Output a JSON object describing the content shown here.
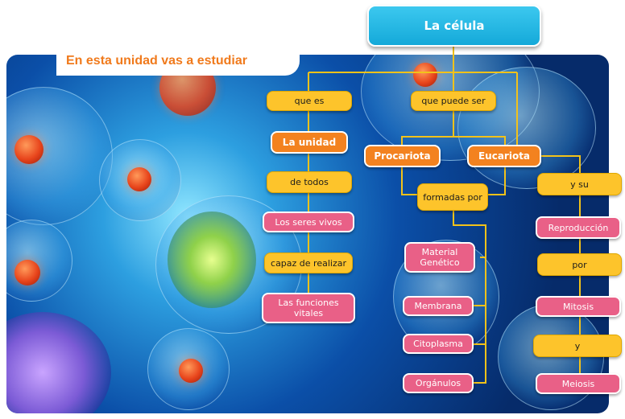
{
  "title": "La célula",
  "intro_tab": "En esta unidad vas a estudiar",
  "nodes": {
    "que_es": "que es",
    "que_puede_ser": "que puede ser",
    "la_unidad": "La unidad",
    "procariota": "Procariota",
    "eucariota": "Eucariota",
    "de_todos": "de todos",
    "formadas_por": "formadas por",
    "y_su": "y su",
    "seres_vivos": "Los seres vivos",
    "reproduccion": "Reproducción",
    "material_genetico": "Material Genético",
    "capaz": "capaz de realizar",
    "por": "por",
    "funciones": "Las funciones vitales",
    "membrana": "Membrana",
    "mitosis": "Mitosis",
    "y": "y",
    "citoplasma": "Citoplasma",
    "organulos": "Orgánulos",
    "meiosis": "Meiosis"
  },
  "colors": {
    "title": "#14a9d9",
    "link": "#fdc42b",
    "concept": "#e96087",
    "key": "#f3821f",
    "line": "#f2c21a",
    "tab_text": "#f07a1c"
  }
}
